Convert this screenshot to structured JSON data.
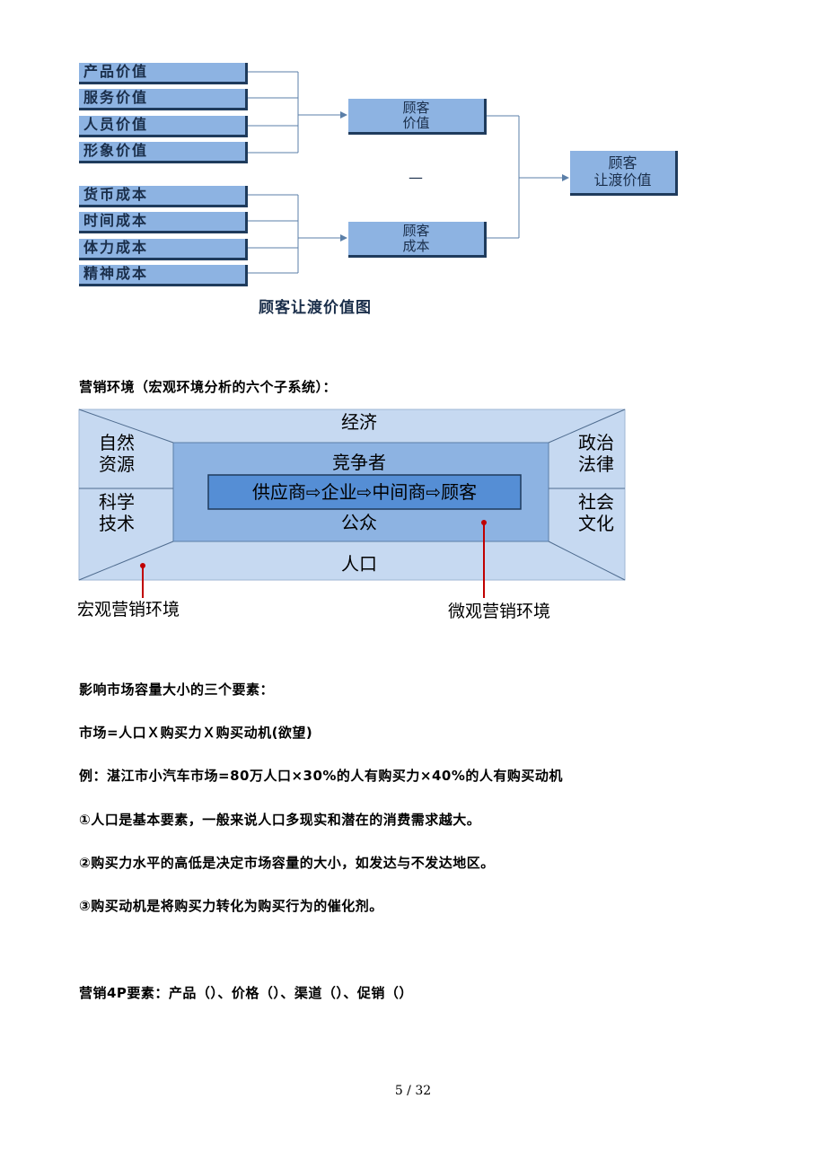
{
  "diagram1": {
    "value_items": [
      "产品价值",
      "服务价值",
      "人员价值",
      "形象价值"
    ],
    "cost_items": [
      "货币成本",
      "时间成本",
      "体力成本",
      "精神成本"
    ],
    "customer_value": [
      "顾客",
      "价值"
    ],
    "minus_sign": "—",
    "customer_cost": [
      "顾客",
      "成本"
    ],
    "delivered_value": [
      "顾客",
      "让渡价值"
    ],
    "title": "顾客让渡价值图"
  },
  "section_env": {
    "heading": "营销环境（宏观环境分析的六个子系统）："
  },
  "diagram2": {
    "top": "经济",
    "left_top": [
      "自然",
      "资源"
    ],
    "left_bottom": [
      "科学",
      "技术"
    ],
    "right_top": [
      "政治",
      "法律"
    ],
    "right_bottom": [
      "社会",
      "文化"
    ],
    "bottom": "人口",
    "competitor": "竞争者",
    "chain": "供应商⇨企业⇨中间商⇨顾客",
    "public": "公众",
    "macro_label": "宏观营销环境",
    "micro_label": "微观营销环境"
  },
  "paragraphs": [
    "影响市场容量大小的三个要素：",
    "市场=人口Ｘ购买力Ｘ购买动机(欲望)",
    "例：湛江市小汽车市场=80万人口×30%的人有购买力×40%的人有购买动机",
    "①人口是基本要素，一般来说人口多现实和潜在的消费需求越大。",
    "②购买力水平的高低是决定市场容量的大小，如发达与不发达地区。",
    "③购买动机是将购买力转化为购买行为的催化剂。",
    "营销4P要素：产品（）、价格（）、渠道（）、促销（）"
  ],
  "footer": {
    "page": "5 / 32"
  },
  "colors": {
    "box_fill": "#8db3e2",
    "box_shadow": "#1f3b5c",
    "outer_frame": "#c6d9f1",
    "inner_frame": "#8db3e2",
    "core": "#558ed5",
    "arrow": "#c00000"
  }
}
